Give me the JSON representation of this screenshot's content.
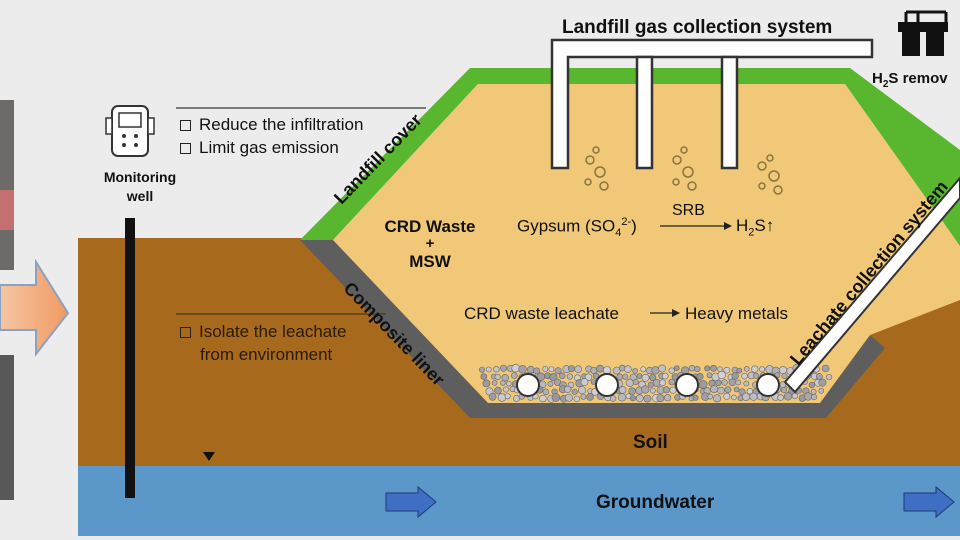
{
  "gas_system": {
    "title": "Landfill gas collection system"
  },
  "h2s_removal": {
    "label_pre": "H",
    "label_sub": "2",
    "label_post": "S remov"
  },
  "monitoring_well": {
    "line1": "Monitoring",
    "line2": "well"
  },
  "cover_notes": [
    "Reduce the infiltration",
    "Limit gas emission"
  ],
  "liner_note": {
    "line1": "Isolate the leachate",
    "line2": "from environment"
  },
  "labels": {
    "landfill_cover": "Landfill cover",
    "composite_liner": "Composite liner",
    "leachate_system": "Leachate collection system",
    "soil": "Soil",
    "groundwater": "Groundwater"
  },
  "waste": {
    "line1": "CRD Waste",
    "plus": "+",
    "line2": "MSW"
  },
  "reactions": {
    "gypsum_pre": "Gypsum (SO",
    "gypsum_sub": "4",
    "gypsum_sup": "2-",
    "gypsum_post": ")",
    "catalyst": "SRB",
    "product_pre": "H",
    "product_sub": "2",
    "product_post": "S↑",
    "leachate_src": "CRD waste leachate",
    "leachate_dst": "Heavy metals"
  },
  "colors": {
    "background": "#ececec",
    "soil": "#a76a1c",
    "groundwater": "#5b97c9",
    "waste": "#f1c878",
    "cover": "#58b62f",
    "liner": "#5e5e5e",
    "input_arrow": "#f2b48a"
  }
}
